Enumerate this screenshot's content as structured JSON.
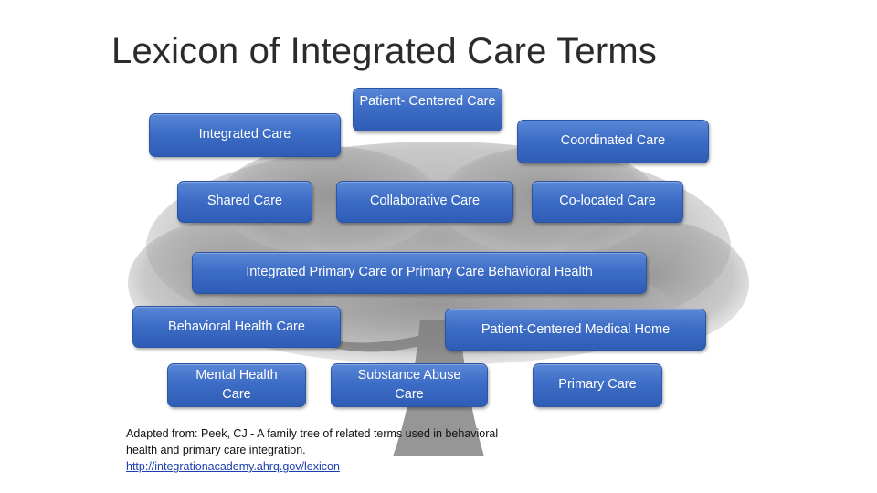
{
  "title": "Lexicon of Integrated Care Terms",
  "boxes": {
    "integrated_care": "Integrated Care",
    "patient_centered_care": "Patient- Centered Care",
    "coordinated_care": "Coordinated Care",
    "shared_care": "Shared Care",
    "collaborative_care": "Collaborative Care",
    "co_located_care": "Co-located Care",
    "integrated_primary_care": "Integrated Primary Care or Primary Care Behavioral Health",
    "behavioral_health_care": "Behavioral Health Care",
    "pcmh": "Patient-Centered Medical Home",
    "mental_health_care": "Mental Health Care",
    "substance_abuse_care": "Substance Abuse Care",
    "primary_care": "Primary Care"
  },
  "credit": {
    "text": "Adapted from:  Peek, CJ - A family tree of related terms used in behavioral health and primary care integration.",
    "link": "http://integrationacademy.ahrq.gov/lexicon"
  },
  "colors": {
    "box_fill": "#3d6dc6",
    "box_border": "#2a55a6",
    "title": "#2b2b2b",
    "tree": "#9a9a9a"
  }
}
